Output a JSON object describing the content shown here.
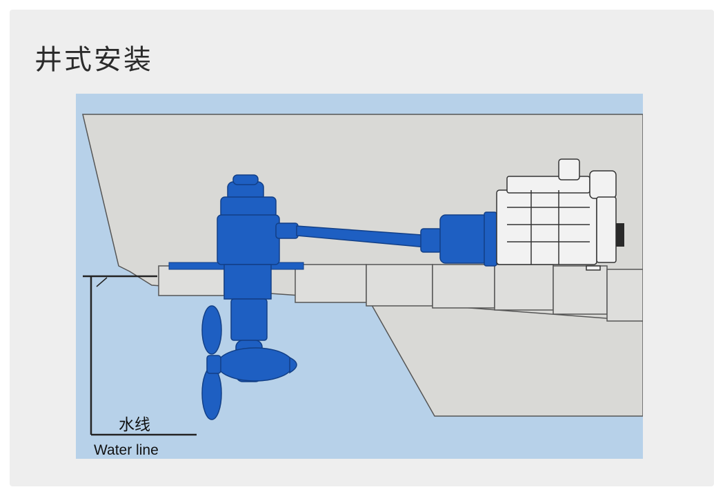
{
  "title": "井式安装",
  "diagram": {
    "waterline_label_cn": "水线",
    "waterline_label_en": "Water line",
    "colors": {
      "water": "#b7d1e9",
      "hull": "#d9d9d6",
      "thruster": "#1e5fc2",
      "engine": "#f2f2f2",
      "outline": "#444444"
    }
  }
}
